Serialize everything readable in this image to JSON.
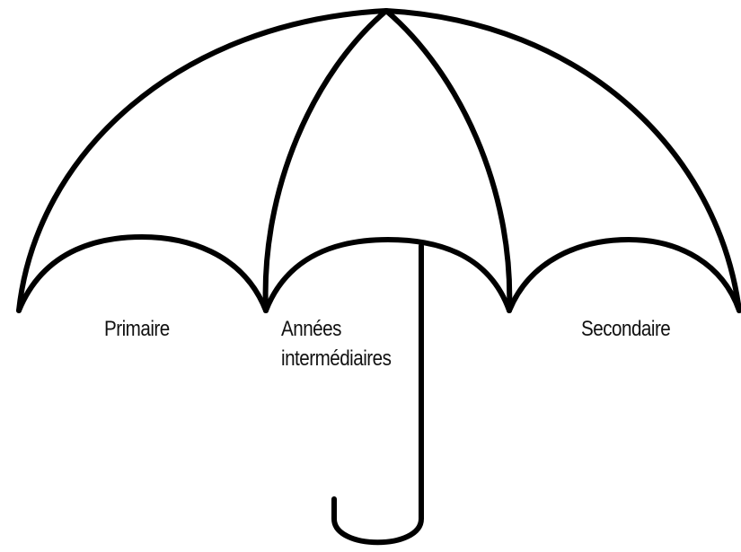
{
  "diagram": {
    "sections": [
      {
        "id": "primaire",
        "lines": [
          "Primaire"
        ]
      },
      {
        "id": "intermediaires",
        "lines": [
          "Années",
          "intermédiaires"
        ]
      },
      {
        "id": "secondaire",
        "lines": [
          "Secondaire"
        ]
      }
    ],
    "colors": {
      "stroke": "#000000",
      "text": "#111111",
      "background": "#ffffff"
    }
  }
}
